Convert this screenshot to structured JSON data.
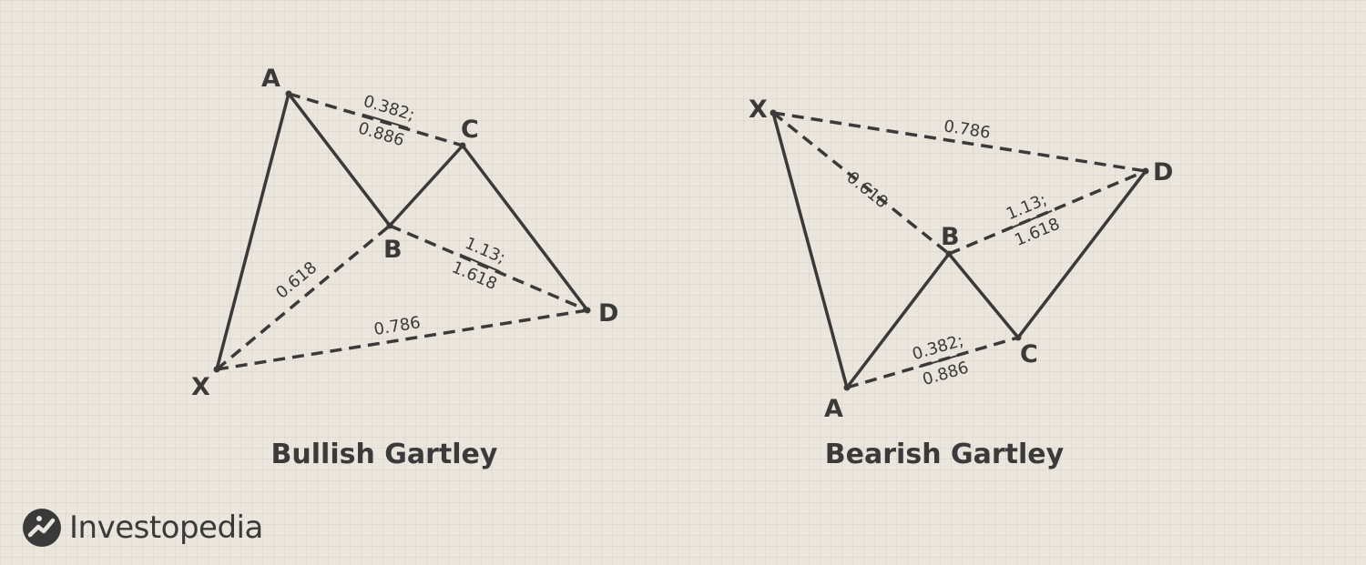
{
  "brand": {
    "name": "Investopedia",
    "color": "#3a3a3a"
  },
  "palette": {
    "background": "#ebe6dd",
    "ink": "#3a3a3a"
  },
  "diagrams": [
    {
      "id": "bullish",
      "title": "Bullish Gartley",
      "points": {
        "X": "X",
        "A": "A",
        "B": "B",
        "C": "C",
        "D": "D"
      },
      "solid_legs": [
        "X-A",
        "A-B",
        "B-C",
        "C-D"
      ],
      "dashed_legs": [
        "A-C",
        "X-B",
        "B-D",
        "X-D"
      ],
      "ratios": {
        "ac": [
          "0.382;",
          "0.886"
        ],
        "xb": "0.618",
        "bd": [
          "1.13;",
          "1.618"
        ],
        "xd": "0.786"
      }
    },
    {
      "id": "bearish",
      "title": "Bearish Gartley",
      "points": {
        "X": "X",
        "A": "A",
        "B": "B",
        "C": "C",
        "D": "D"
      },
      "solid_legs": [
        "X-A",
        "A-B",
        "B-C",
        "C-D"
      ],
      "dashed_legs": [
        "A-C",
        "X-B",
        "B-D",
        "X-D"
      ],
      "ratios": {
        "xd": "0.786",
        "xb": "0.618",
        "bd": [
          "1.13;",
          "1.618"
        ],
        "ac": [
          "0.382;",
          "0.886"
        ]
      }
    }
  ]
}
